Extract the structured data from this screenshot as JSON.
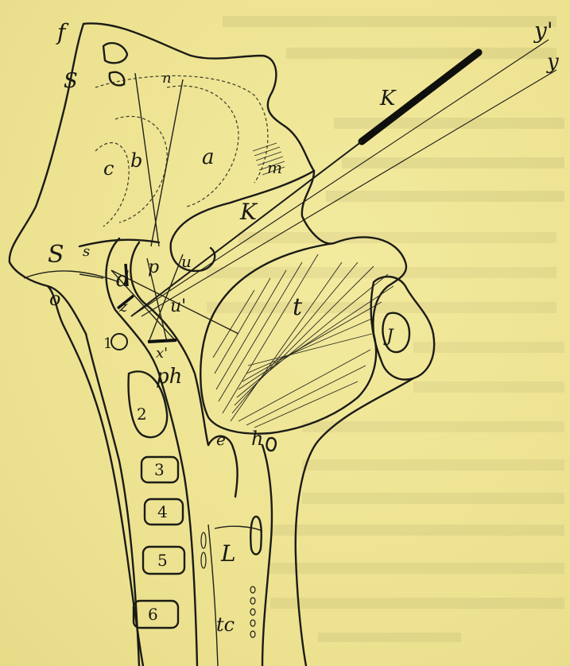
{
  "figure": {
    "labels": {
      "f": "f",
      "S_small": "S",
      "n": "n",
      "b": "b",
      "c": "c",
      "a": "a",
      "m": "m",
      "K_upper": "K",
      "K_lower": "K",
      "y_prime": "y'",
      "y": "y",
      "S": "S",
      "s": "s",
      "o": "o",
      "d": "d",
      "p": "p",
      "u": "u",
      "u_prime": "u'",
      "z": "z",
      "x_prime": "x'",
      "ph": "ph",
      "t": "t",
      "J": "J",
      "h": "h",
      "e": "e",
      "L": "L",
      "tc": "tc"
    },
    "vertebrae": [
      "1",
      "2",
      "3",
      "4",
      "5",
      "6"
    ]
  }
}
